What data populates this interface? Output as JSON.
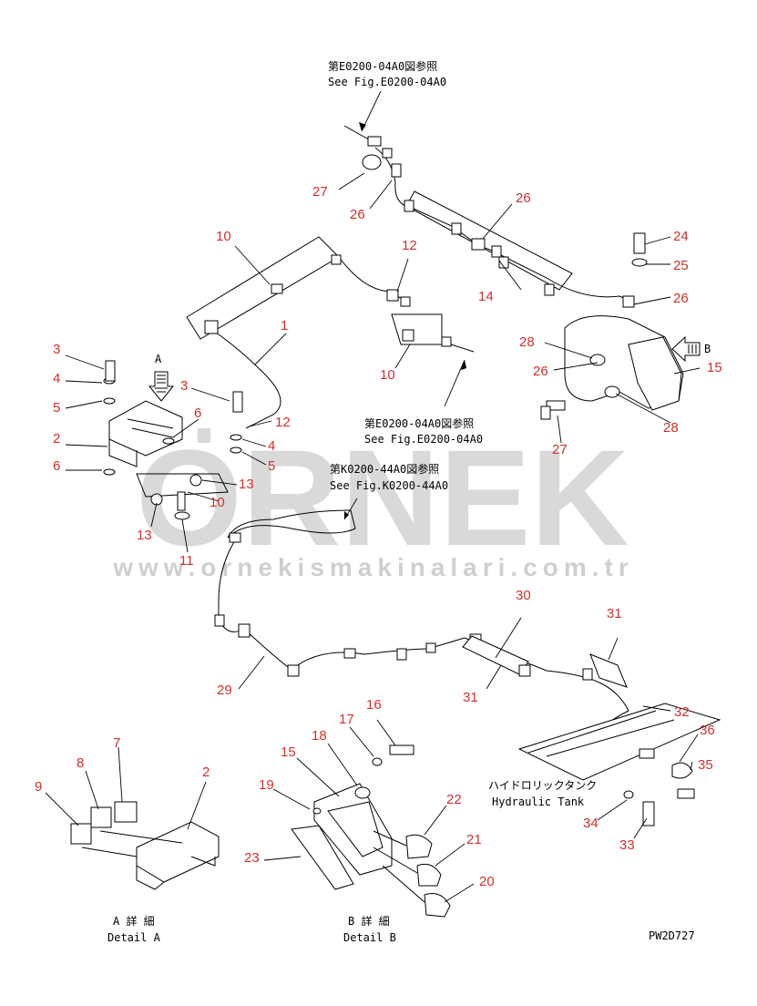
{
  "refs": {
    "top_jp": "第E0200-04A0図参照",
    "top_en": "See Fig.E0200-04A0",
    "mid_jp": "第E0200-04A0図参照",
    "mid_en": "See Fig.E0200-04A0",
    "low_jp": "第K0200-44A0図参照",
    "low_en": "See Fig.K0200-44A0"
  },
  "watermark": {
    "brand": "ÖRNEK",
    "url": "www.ornekismakinalari.com.tr"
  },
  "views": {
    "arrow_a": "A",
    "arrow_b": "B"
  },
  "detail_a": {
    "jp": "A 詳 細",
    "en": "Detail A"
  },
  "detail_b": {
    "jp": "B 詳 細",
    "en": "Detail B"
  },
  "hydraulic_tank": {
    "jp": "ハイドロリックタンク",
    "en": "Hydraulic Tank"
  },
  "figure_code": "PW2D727",
  "part_numbers": {
    "n1": "1",
    "n2": "2",
    "n2b": "2",
    "n3a": "3",
    "n3b": "3",
    "n4a": "4",
    "n4b": "4",
    "n5a": "5",
    "n5b": "5",
    "n6a": "6",
    "n6b": "6",
    "n7": "7",
    "n8": "8",
    "n9": "9",
    "n10a": "10",
    "n10b": "10",
    "n10c": "10",
    "n11": "11",
    "n12a": "12",
    "n12b": "12",
    "n13a": "13",
    "n13b": "13",
    "n14": "14",
    "n15a": "15",
    "n15b": "15",
    "n16": "16",
    "n17": "17",
    "n18": "18",
    "n19": "19",
    "n20": "20",
    "n21": "21",
    "n22": "22",
    "n23": "23",
    "n24": "24",
    "n25": "25",
    "n26a": "26",
    "n26b": "26",
    "n26c": "26",
    "n26d": "26",
    "n27a": "27",
    "n27b": "27",
    "n28a": "28",
    "n28b": "28",
    "n29": "29",
    "n30": "30",
    "n31a": "31",
    "n31b": "31",
    "n32": "32",
    "n33": "33",
    "n34": "34",
    "n35": "35",
    "n36": "36"
  },
  "colors": {
    "part_number": "#d0312d",
    "watermark": "#d9d9d9",
    "line": "#000000"
  }
}
